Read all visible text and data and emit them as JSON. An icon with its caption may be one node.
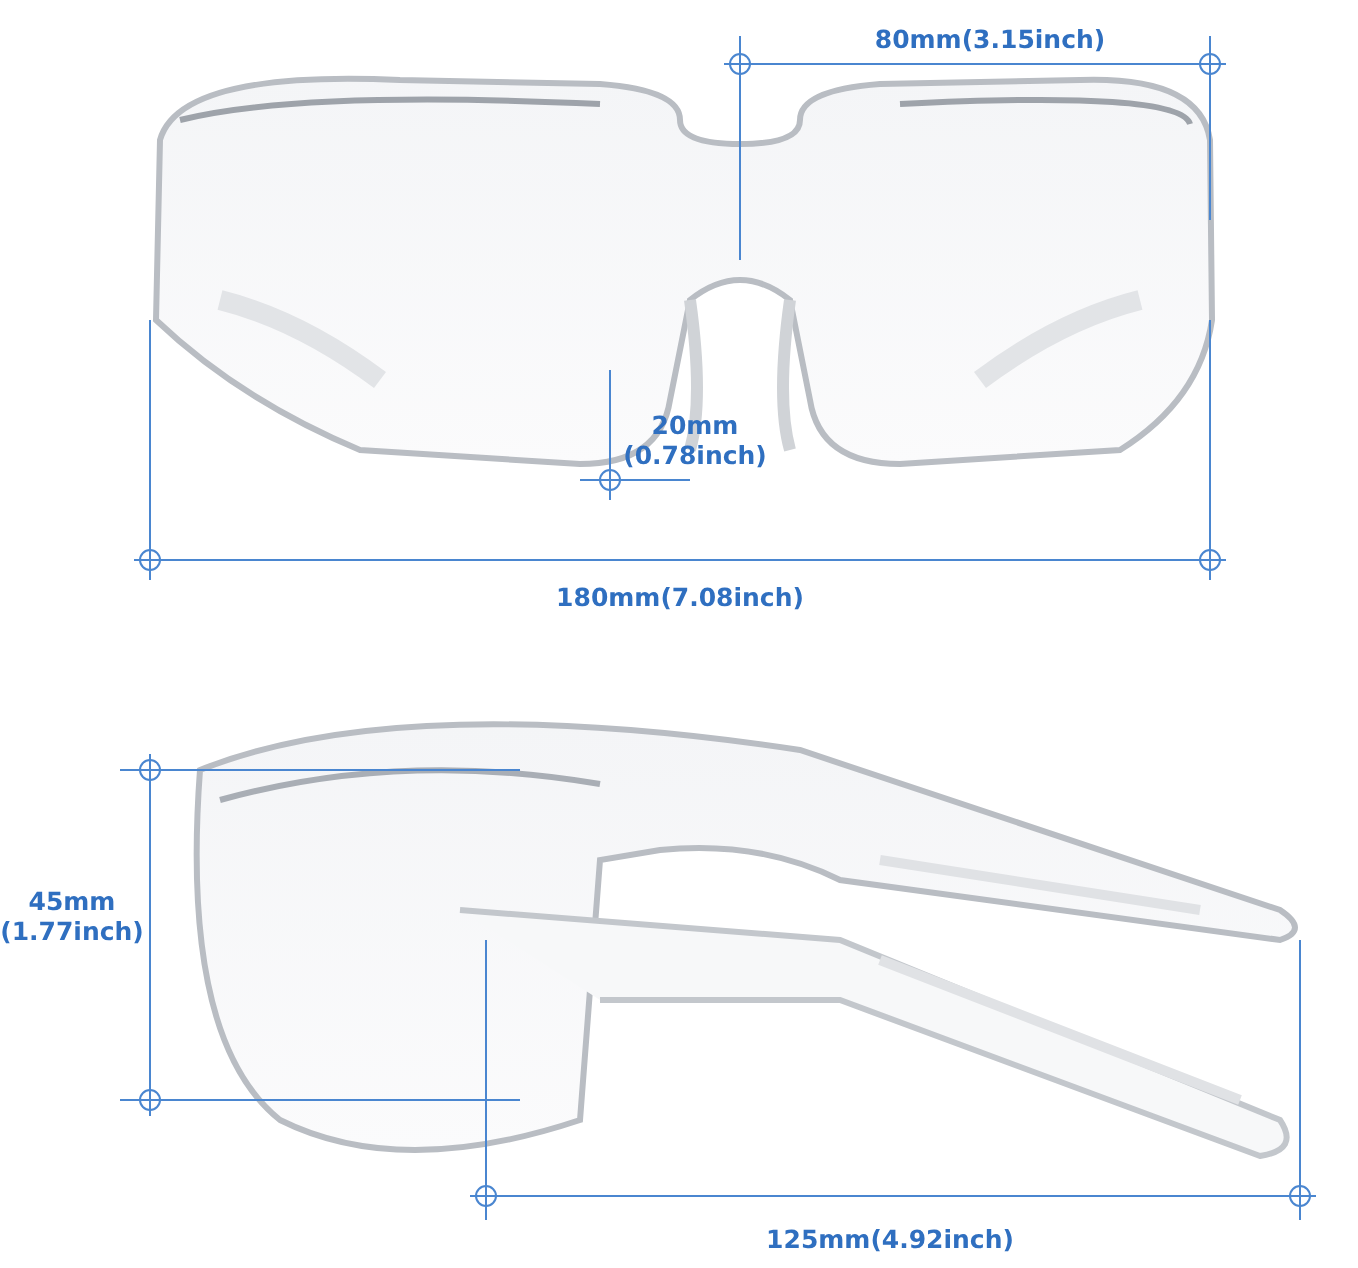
{
  "diagram": {
    "labels": [
      "80mm(3.15inch)",
      "20mm (0.78inch)",
      "180mm(7.08inch)",
      "45mm (1.77inch)",
      "125mm(4.92inch)"
    ]
  }
}
